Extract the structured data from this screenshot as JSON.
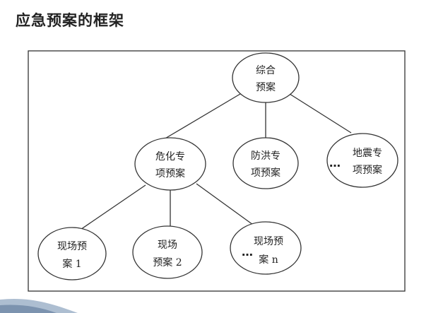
{
  "page": {
    "title": "应急预案的框架"
  },
  "diagram": {
    "nodes": {
      "comprehensive": {
        "line1": "综合",
        "line2": "预案"
      },
      "hazchem": {
        "line1": "危化专",
        "line2": "项预案"
      },
      "flood": {
        "line1": "防洪专",
        "line2": "项预案"
      },
      "earthquake": {
        "line1": "地震专",
        "line2": "项预案"
      },
      "site1": {
        "line1": "现场预",
        "line2": "案 1"
      },
      "site2": {
        "line1": "现场",
        "line2": "预案 2"
      },
      "siten": {
        "line1": "现场预",
        "line2": "案 n"
      }
    },
    "ellipsis": "…"
  },
  "colors": {
    "line": "#333333",
    "text": "#222222",
    "accent_bar": "#9fb3c9"
  }
}
